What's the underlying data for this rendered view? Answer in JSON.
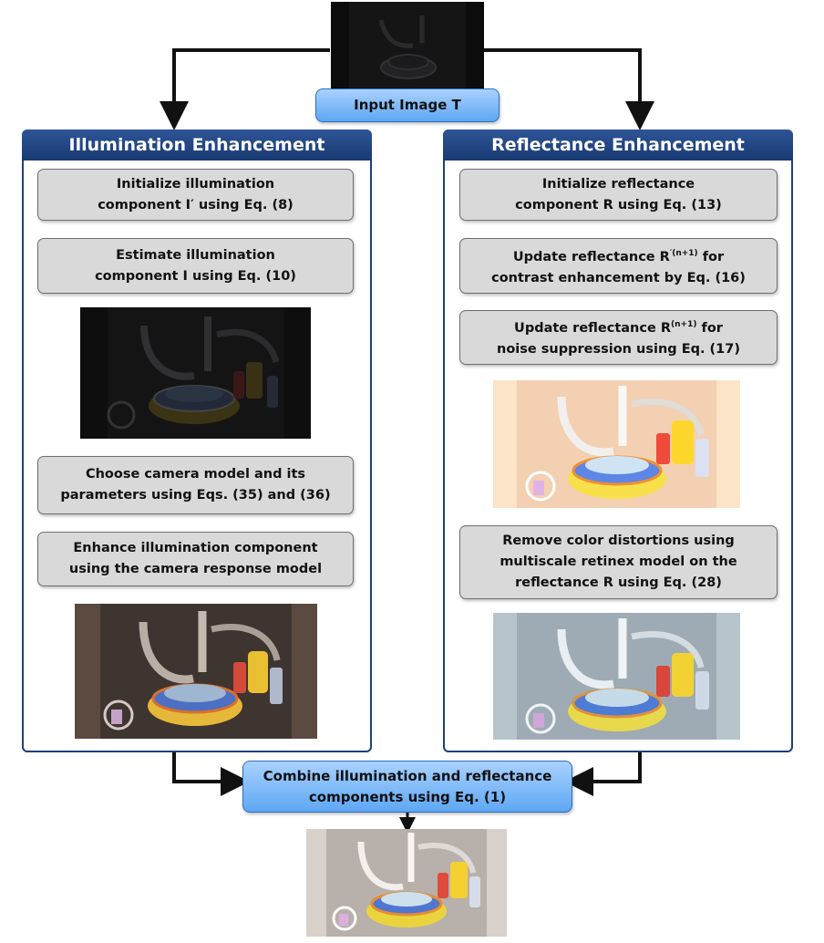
{
  "input": {
    "label": "Input Image T"
  },
  "illumination": {
    "title": "Illumination Enhancement",
    "step1": {
      "line1": "Initialize illumination",
      "line2": "component I′ using Eq. (8)"
    },
    "step2": {
      "line1": "Estimate illumination",
      "line2": "component  I using Eq. (10)"
    },
    "step3": {
      "line1": "Choose camera model and its",
      "line2": "parameters using Eqs. (35) and (36)"
    },
    "step4": {
      "line1": "Enhance illumination component",
      "line2": "using the camera response model"
    }
  },
  "reflectance": {
    "title": "Reflectance Enhancement",
    "step1": {
      "line1": "Initialize reflectance",
      "line2": "component R using Eq. (13)"
    },
    "step2": {
      "line1_pre": "Update reflectance R",
      "line1_sup": "′(n+1)",
      "line1_post": " for",
      "line2": "contrast enhancement by Eq. (16)"
    },
    "step3": {
      "line1_pre": "Update reflectance R",
      "line1_sup": "(n+1)",
      "line1_post": " for",
      "line2": "noise suppression using Eq. (17)"
    },
    "step4": {
      "line1": "Remove color distortions using",
      "line2": "multiscale retinex model on the",
      "line3": "reflectance R using Eq. (28)"
    }
  },
  "combine": {
    "line1": "Combine illumination and reflectance",
    "line2": "components using Eq. (1)"
  },
  "colors": {
    "panel_border": "#1e3f7c",
    "panel_header": "#214a8a",
    "step_fill": "#d9d9d9",
    "blue_box": "#7ab8f5"
  }
}
